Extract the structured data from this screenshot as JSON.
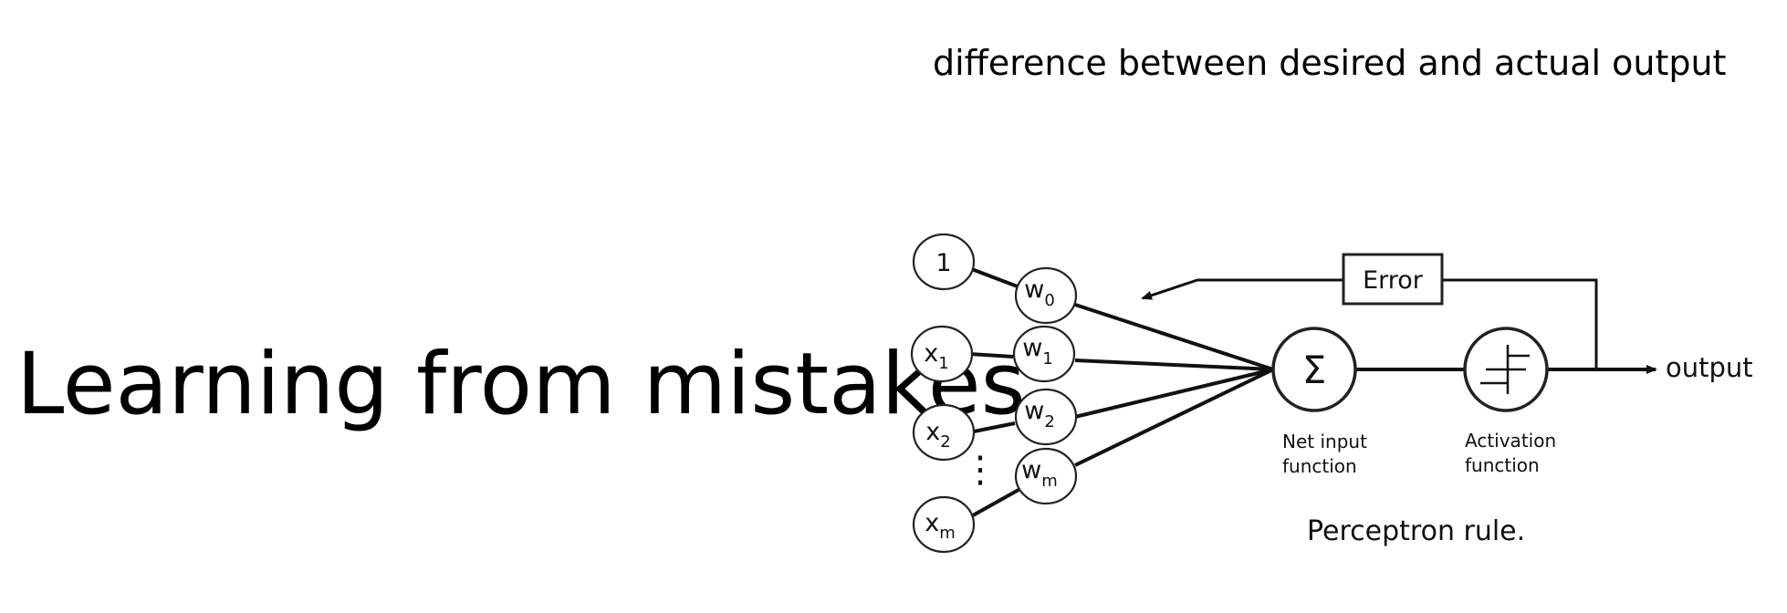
{
  "slide": {
    "title": "Learning from mistakes",
    "caption": "difference between desired and actual output"
  },
  "diagram": {
    "inputs": [
      {
        "label": "1",
        "sub": ""
      },
      {
        "label": "x",
        "sub": "1"
      },
      {
        "label": "x",
        "sub": "2"
      },
      {
        "label": "x",
        "sub": "m"
      }
    ],
    "weights": [
      {
        "label": "w",
        "sub": "0"
      },
      {
        "label": "w",
        "sub": "1"
      },
      {
        "label": "w",
        "sub": "2"
      },
      {
        "label": "w",
        "sub": "m"
      }
    ],
    "ellipsis": "⋮",
    "sum_symbol": "Σ",
    "net_input_label_line1": "Net input",
    "net_input_label_line2": "function",
    "activation_label_line1": "Activation",
    "activation_label_line2": "function",
    "error_label": "Error",
    "output_label": "output",
    "caption": "Perceptron rule."
  }
}
